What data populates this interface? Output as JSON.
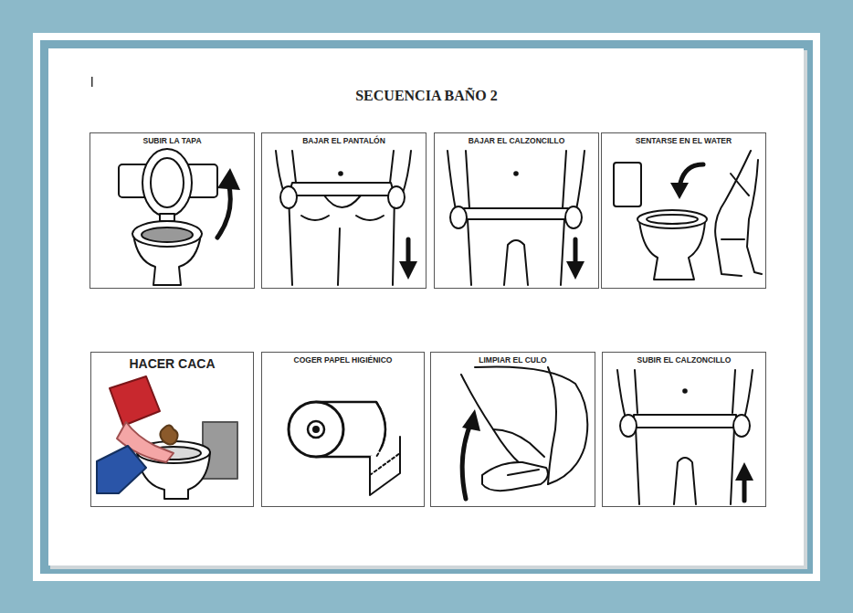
{
  "diagram": {
    "title": "SECUENCIA BAÑO 2",
    "nodes": [
      {
        "text": [
          "SUBIR LA TAPA"
        ]
      },
      {
        "text": [
          "BAJAR EL PANTALÓN"
        ]
      },
      {
        "text": [
          "BAJAR EL CALZONCILLO"
        ]
      },
      {
        "text": [
          "SENTARSE EN EL WATER"
        ]
      },
      {
        "text": [
          "HACER CACA"
        ]
      },
      {
        "text": [
          "COGER PAPEL HIGIÉNICO"
        ]
      },
      {
        "text": [
          "LIMPIAR EL CULO"
        ]
      },
      {
        "text": [
          "SUBIR EL CALZONCILLO"
        ]
      }
    ]
  }
}
